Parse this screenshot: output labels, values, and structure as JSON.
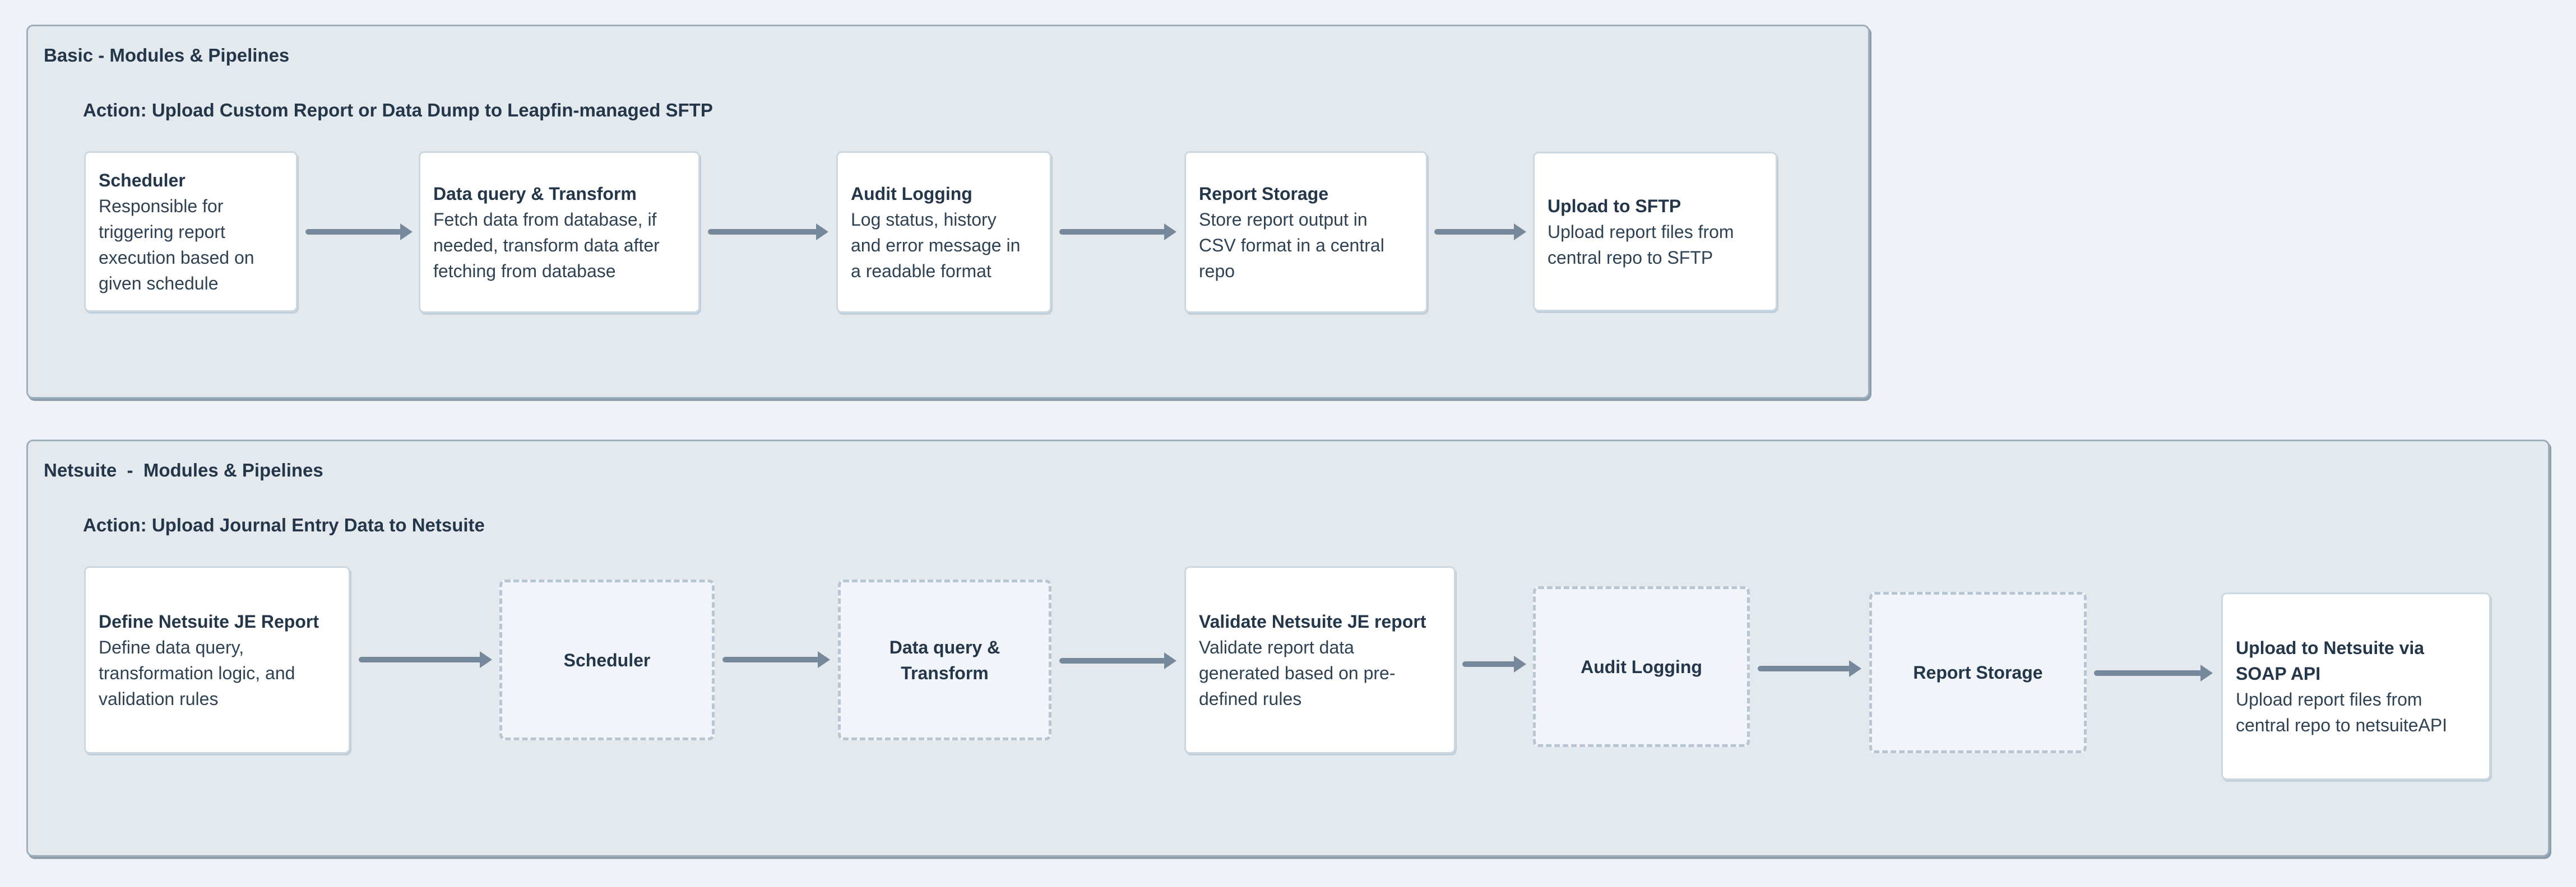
{
  "colors": {
    "page_bg": "#eff3f7",
    "panel_bg": "#e4e9ee",
    "panel_border": "#9daebc",
    "box_bg": "#ffffff",
    "box_border": "#cbd8e2",
    "dashed_bg": "#f1f5f9",
    "dashed_border": "#b8c5d2",
    "arrow": "#76889b",
    "text_title": "#24364a",
    "text_body": "#2e4254"
  },
  "panels": [
    {
      "title": "Basic - Modules & Pipelines",
      "action": "Action: Upload Custom Report or Data Dump to Leapfin-managed SFTP",
      "boxes": [
        {
          "type": "solid",
          "title": "Scheduler",
          "body": "Responsible for\ntriggering report\nexecution based on\ngiven schedule"
        },
        {
          "type": "solid",
          "title": "Data query & Transform",
          "body": "Fetch data from database, if\nneeded, transform data after\nfetching from database"
        },
        {
          "type": "solid",
          "title": "Audit Logging",
          "body": "Log status, history\nand error message in\na readable format"
        },
        {
          "type": "solid",
          "title": "Report Storage",
          "body": "Store report output in\nCSV format in a central\nrepo"
        },
        {
          "type": "solid",
          "title": "Upload to SFTP",
          "body": "Upload report files from\ncentral repo to SFTP"
        }
      ]
    },
    {
      "title": "Netsuite  -  Modules & Pipelines",
      "action": "Action: Upload Journal Entry Data to Netsuite",
      "boxes": [
        {
          "type": "solid",
          "title": "Define Netsuite JE Report",
          "body": "Define data query,\ntransformation logic, and\nvalidation rules"
        },
        {
          "type": "dashed",
          "title": "Scheduler"
        },
        {
          "type": "dashed",
          "title": "Data query &\nTransform"
        },
        {
          "type": "solid",
          "title": "Validate Netsuite JE report",
          "body": "Validate report data\ngenerated based on pre-\ndefined rules"
        },
        {
          "type": "dashed",
          "title": "Audit Logging"
        },
        {
          "type": "dashed",
          "title": "Report Storage"
        },
        {
          "type": "solid",
          "title": "Upload to Netsuite via\nSOAP API",
          "body": "Upload report files from\ncentral repo to netsuiteAPI"
        }
      ]
    }
  ]
}
